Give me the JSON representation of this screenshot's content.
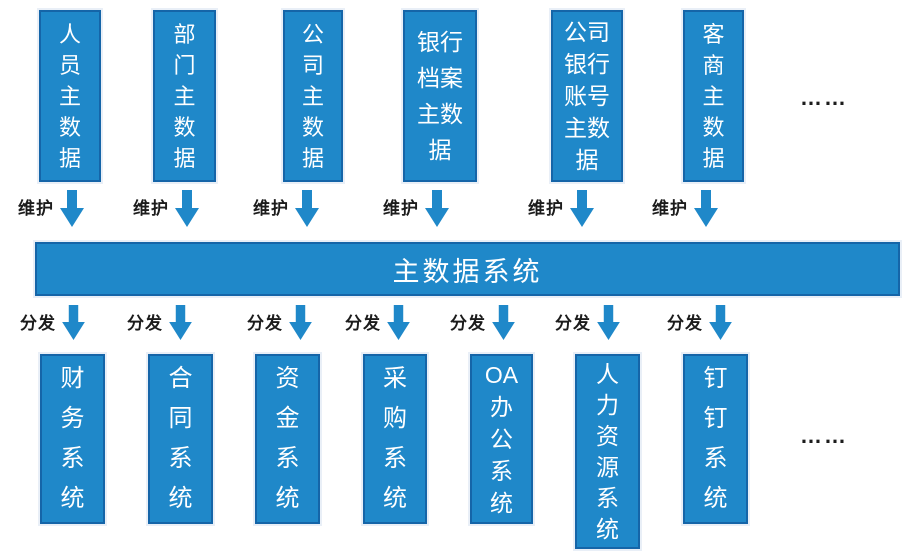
{
  "diagram": {
    "colors": {
      "box_fill": "#1f88c9",
      "box_border": "#1565a8",
      "label_ink": "#1c1c1c"
    },
    "maintain_label": "维护",
    "distribute_label": "分发",
    "hub_label": "主数据系统",
    "top_ellipsis": "……",
    "bottom_ellipsis": "……",
    "top_sources": [
      {
        "name": "人员主数据",
        "lines": [
          "人",
          "员",
          "主",
          "数",
          "据"
        ]
      },
      {
        "name": "部门主数据",
        "lines": [
          "部",
          "门",
          "主",
          "数",
          "据"
        ]
      },
      {
        "name": "公司主数据",
        "lines": [
          "公",
          "司",
          "主",
          "数",
          "据"
        ]
      },
      {
        "name": "银行档案主数据",
        "lines": [
          "银行",
          "档案",
          "主数",
          "据"
        ]
      },
      {
        "name": "公司银行账号主数据",
        "lines": [
          "公司",
          "银行",
          "账号",
          "主数",
          "据"
        ]
      },
      {
        "name": "客商主数据",
        "lines": [
          "客",
          "商",
          "主",
          "数",
          "据"
        ]
      }
    ],
    "bottom_systems": [
      {
        "name": "财务系统",
        "lines": [
          "财",
          "务",
          "系",
          "统"
        ]
      },
      {
        "name": "合同系统",
        "lines": [
          "合",
          "同",
          "系",
          "统"
        ]
      },
      {
        "name": "资金系统",
        "lines": [
          "资",
          "金",
          "系",
          "统"
        ]
      },
      {
        "name": "采购系统",
        "lines": [
          "采",
          "购",
          "系",
          "统"
        ]
      },
      {
        "name": "OA办公系统",
        "lines": [
          "OA",
          "办",
          "公",
          "系",
          "统"
        ]
      },
      {
        "name": "人力资源系统",
        "lines": [
          "人",
          "力",
          "资",
          "源",
          "系",
          "统"
        ]
      },
      {
        "name": "钉钉系统",
        "lines": [
          "钉",
          "钉",
          "系",
          "统"
        ]
      }
    ]
  }
}
